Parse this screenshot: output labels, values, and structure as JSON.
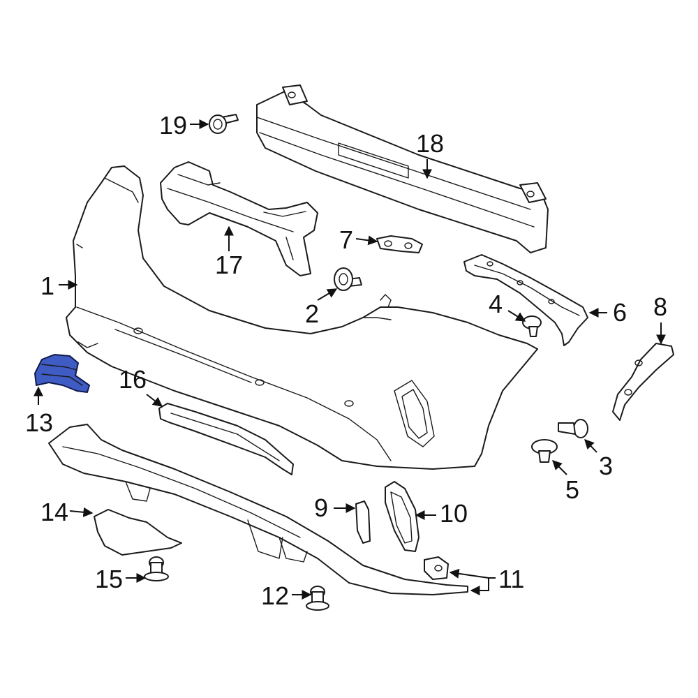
{
  "diagram": {
    "highlight_color": "#3f5bc4",
    "highlighted_part": "13",
    "callouts": {
      "c1": "1",
      "c2": "2",
      "c3": "3",
      "c4": "4",
      "c5": "5",
      "c6": "6",
      "c7": "7",
      "c8": "8",
      "c9": "9",
      "c10": "10",
      "c11": "11",
      "c12": "12",
      "c13": "13",
      "c14": "14",
      "c15": "15",
      "c16": "16",
      "c17": "17",
      "c18": "18",
      "c19": "19"
    }
  }
}
